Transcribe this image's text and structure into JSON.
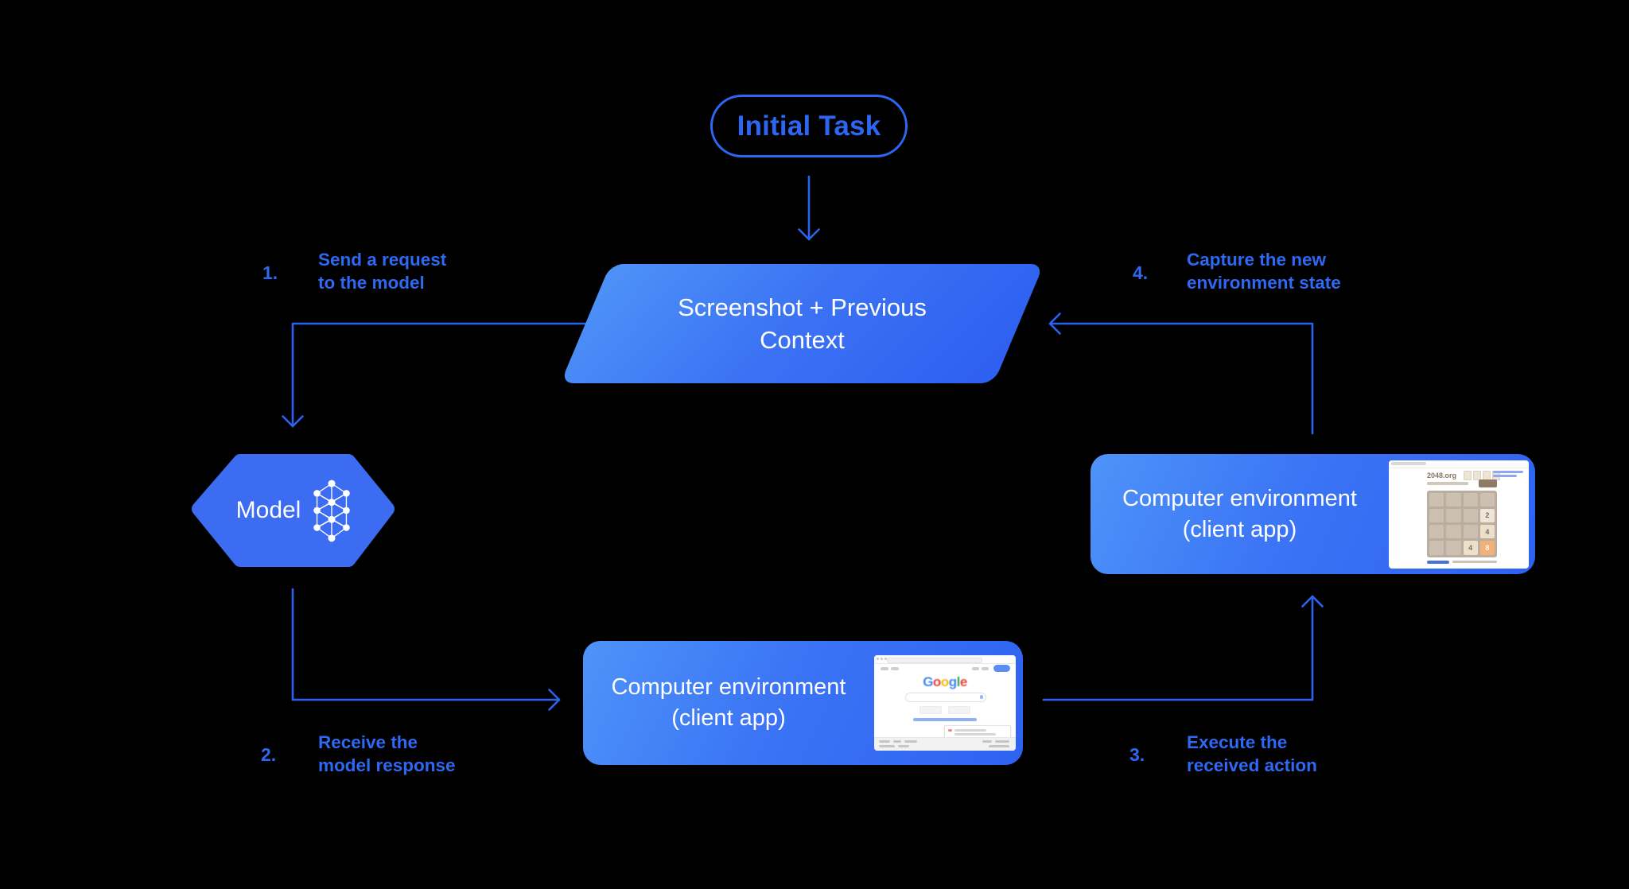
{
  "diagram": {
    "title_pill": "Initial Task",
    "parallelogram": {
      "line1": "Screenshot + Previous",
      "line2": "Context"
    },
    "model_node": "Model",
    "env_bottom": {
      "line1": "Computer environment",
      "line2": "(client app)"
    },
    "env_right": {
      "line1": "Computer environment",
      "line2": "(client app)"
    },
    "steps": [
      {
        "num": "1.",
        "line1": "Send a request",
        "line2": "to the model"
      },
      {
        "num": "2.",
        "line1": "Receive the",
        "line2": "model response"
      },
      {
        "num": "3.",
        "line1": "Execute the",
        "line2": "received action"
      },
      {
        "num": "4.",
        "line1": "Capture the new",
        "line2": "environment state"
      }
    ],
    "colors": {
      "background": "#000000",
      "accent_blue": "#2D62F1",
      "label_blue": "#2E68F3",
      "hexagon_blue": "#3B6CF2",
      "gradient_light": "#4E92F8",
      "gradient_dark": "#2E60F1",
      "text_white": "#FFFFFF"
    }
  },
  "thumbnails": {
    "game_2048": {
      "site": "2048.org",
      "tiles": [
        "2",
        "4",
        "4",
        "8"
      ]
    },
    "google": {
      "logo_letters": [
        {
          "ch": "G",
          "color": "#4285F4"
        },
        {
          "ch": "o",
          "color": "#EA4335"
        },
        {
          "ch": "o",
          "color": "#FBBC05"
        },
        {
          "ch": "g",
          "color": "#4285F4"
        },
        {
          "ch": "l",
          "color": "#34A853"
        },
        {
          "ch": "e",
          "color": "#EA4335"
        }
      ]
    }
  }
}
